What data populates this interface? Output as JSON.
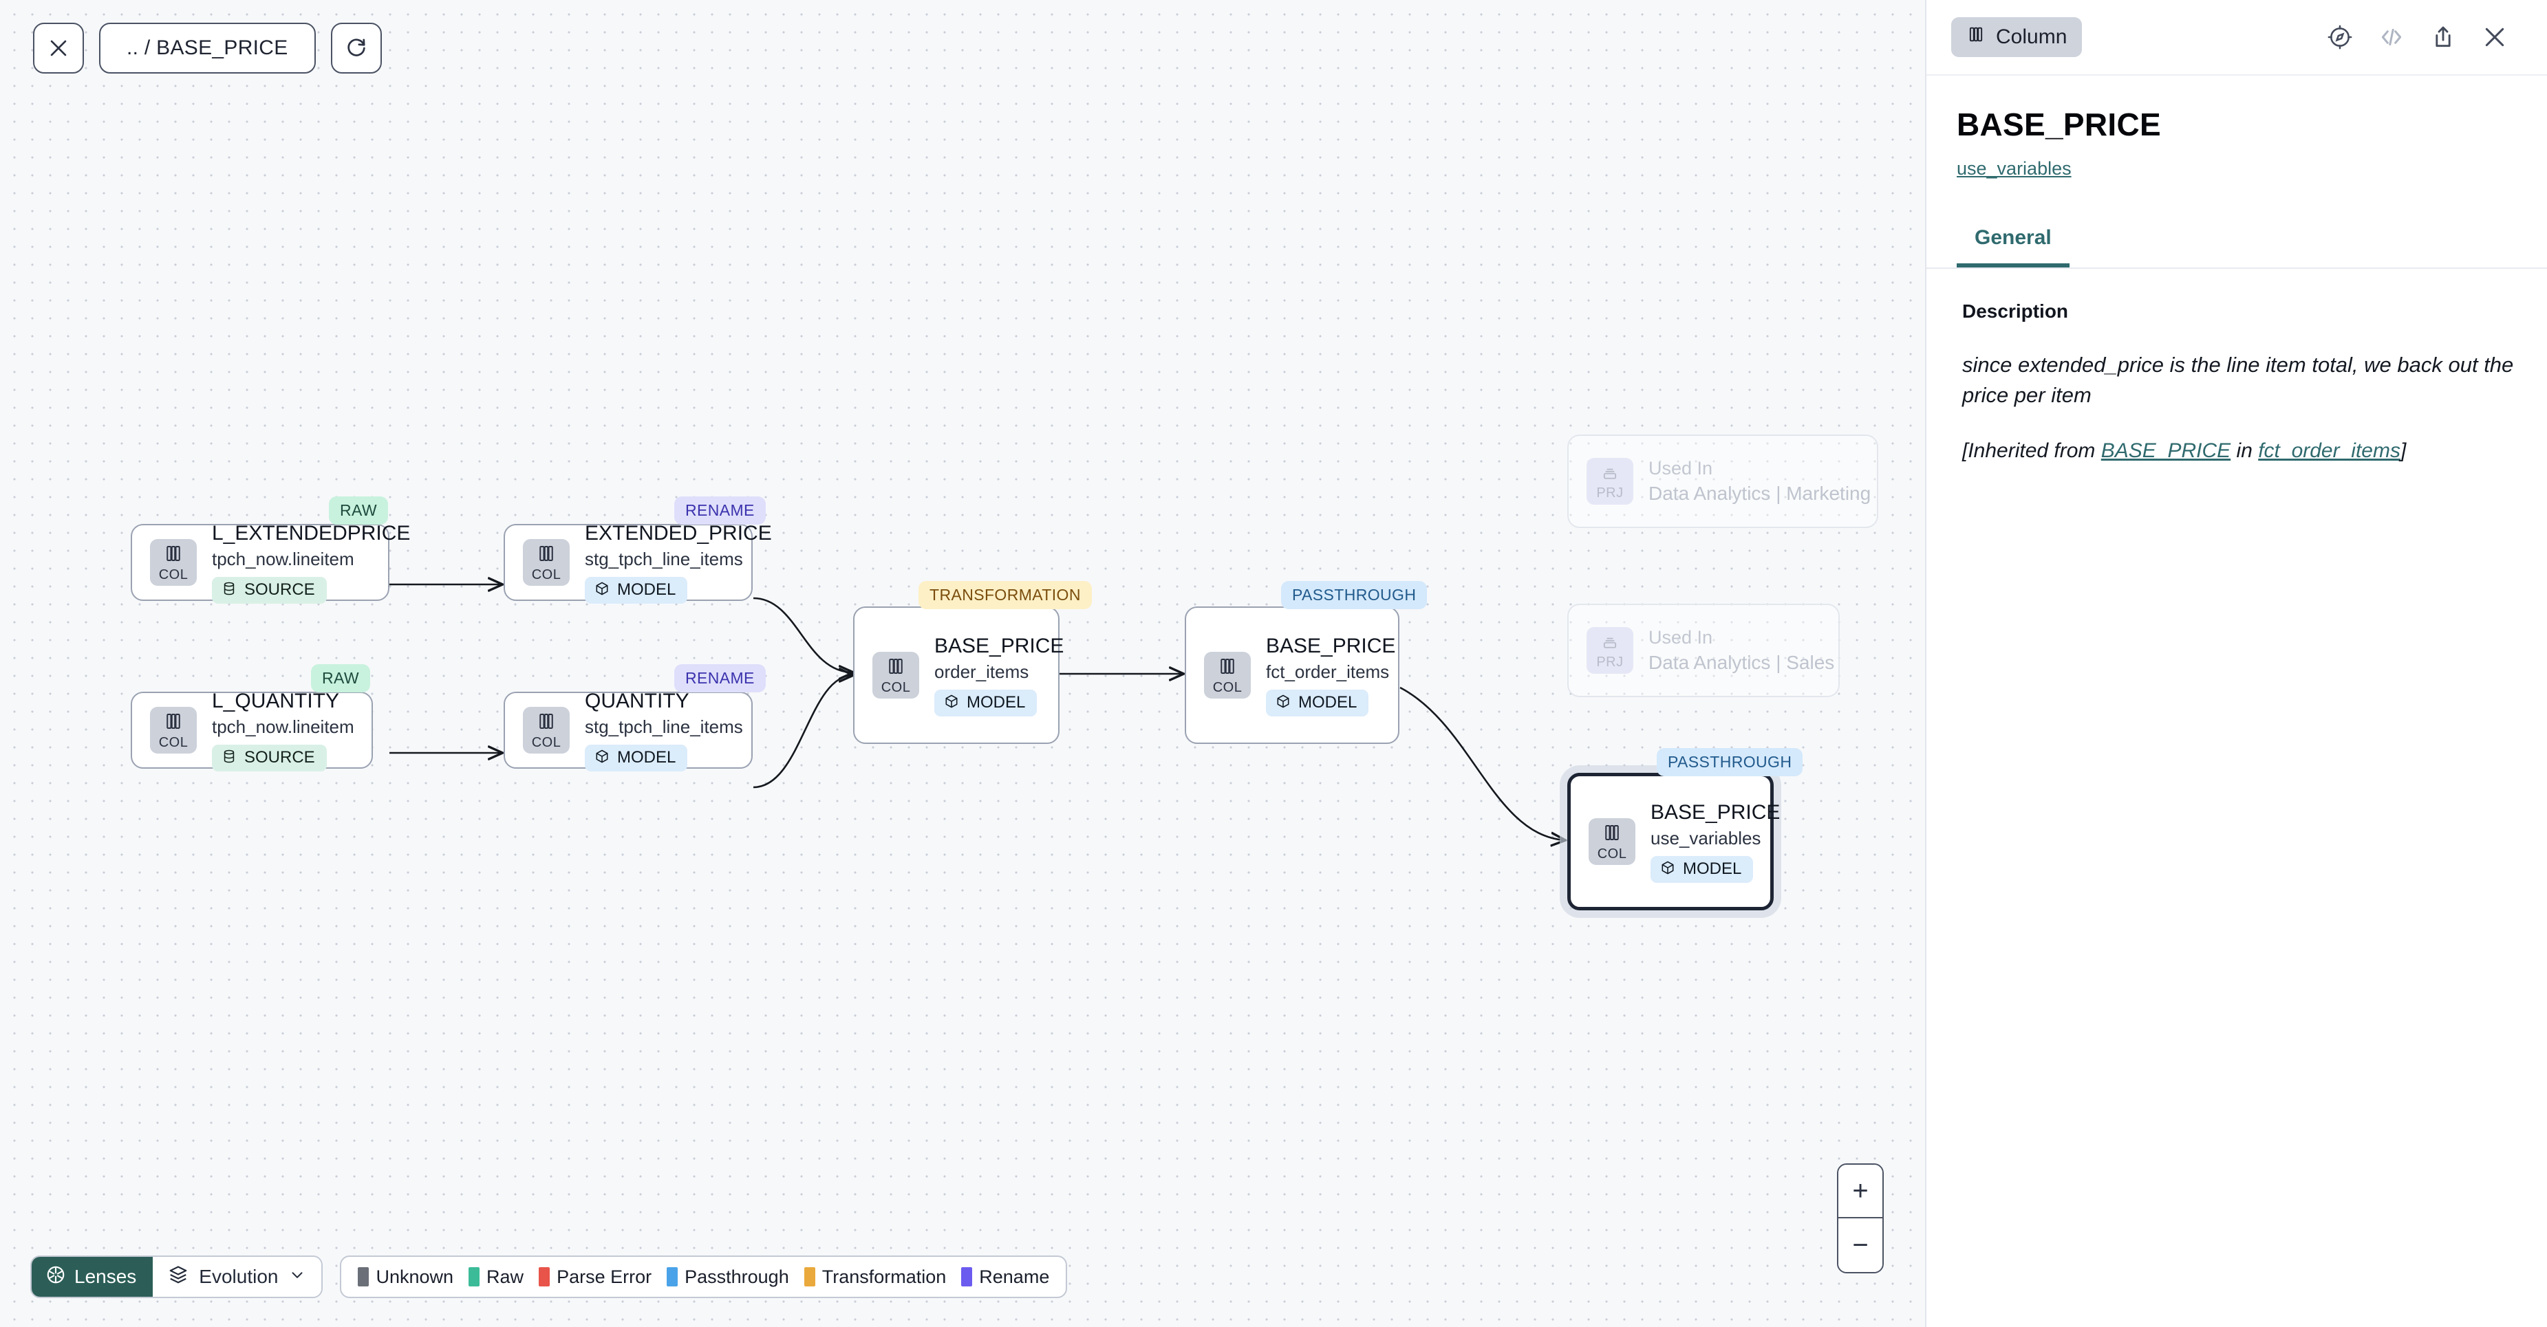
{
  "toolbar": {
    "close_icon": "close-icon",
    "breadcrumb": ".. / BASE_PRICE",
    "refresh_icon": "refresh-icon"
  },
  "graph": {
    "nodes": [
      {
        "id": "l_extendedprice",
        "tag": "RAW",
        "tag_kind": "raw",
        "icon_label": "COL",
        "title": "L_EXTENDEDPRICE",
        "subtitle": "tpch_now.lineitem",
        "chip": "SOURCE",
        "chip_kind": "source",
        "selected": false
      },
      {
        "id": "l_quantity",
        "tag": "RAW",
        "tag_kind": "raw",
        "icon_label": "COL",
        "title": "L_QUANTITY",
        "subtitle": "tpch_now.lineitem",
        "chip": "SOURCE",
        "chip_kind": "source",
        "selected": false
      },
      {
        "id": "extended_price",
        "tag": "RENAME",
        "tag_kind": "rename",
        "icon_label": "COL",
        "title": "EXTENDED_PRICE",
        "subtitle": "stg_tpch_line_items",
        "chip": "MODEL",
        "chip_kind": "model",
        "selected": false
      },
      {
        "id": "quantity",
        "tag": "RENAME",
        "tag_kind": "rename",
        "icon_label": "COL",
        "title": "QUANTITY",
        "subtitle": "stg_tpch_line_items",
        "chip": "MODEL",
        "chip_kind": "model",
        "selected": false
      },
      {
        "id": "base_price_order_items",
        "tag": "TRANSFORMATION",
        "tag_kind": "transformation",
        "icon_label": "COL",
        "title": "BASE_PRICE",
        "subtitle": "order_items",
        "chip": "MODEL",
        "chip_kind": "model",
        "selected": false
      },
      {
        "id": "base_price_fct_order_items",
        "tag": "PASSTHROUGH",
        "tag_kind": "passthrough",
        "icon_label": "COL",
        "title": "BASE_PRICE",
        "subtitle": "fct_order_items",
        "chip": "MODEL",
        "chip_kind": "model",
        "selected": false
      },
      {
        "id": "base_price_use_variables",
        "tag": "PASSTHROUGH",
        "tag_kind": "passthrough",
        "icon_label": "COL",
        "title": "BASE_PRICE",
        "subtitle": "use_variables",
        "chip": "MODEL",
        "chip_kind": "model",
        "selected": true
      }
    ],
    "ghost_nodes": [
      {
        "id": "used_in_marketing",
        "icon_label": "PRJ",
        "title": "Used In",
        "subtitle": "Data Analytics | Marketing"
      },
      {
        "id": "used_in_sales",
        "icon_label": "PRJ",
        "title": "Used In",
        "subtitle": "Data Analytics | Sales"
      }
    ]
  },
  "zoom_controls": {
    "zoom_in": "+",
    "zoom_out": "−"
  },
  "bottom_bar": {
    "lenses_label": "Lenses",
    "evolution_label": "Evolution",
    "legend": [
      {
        "label": "Unknown",
        "color": "#6a6f78"
      },
      {
        "label": "Raw",
        "color": "#3cbb98"
      },
      {
        "label": "Parse Error",
        "color": "#e8544a"
      },
      {
        "label": "Passthrough",
        "color": "#4aa3e8"
      },
      {
        "label": "Transformation",
        "color": "#eaa93c"
      },
      {
        "label": "Rename",
        "color": "#6b5bef"
      }
    ]
  },
  "panel": {
    "kind_badge": "Column",
    "actions": [
      "compass-icon",
      "code-icon",
      "share-icon",
      "close-icon"
    ],
    "title": "BASE_PRICE",
    "model_link": "use_variables",
    "tabs": [
      {
        "label": "General",
        "active": true
      }
    ],
    "description": {
      "label": "Description",
      "body": "since extended_price is the line item total, we back out the price per item",
      "inherit_prefix": "[Inherited from ",
      "inherit_column": "BASE_PRICE",
      "inherit_mid": " in ",
      "inherit_model": "fct_order_items",
      "inherit_suffix": "]"
    }
  },
  "colors": {
    "accent_teal": "#2f6a6e",
    "lenses_bg": "#2c5e57",
    "selected_border": "#1d2433"
  }
}
